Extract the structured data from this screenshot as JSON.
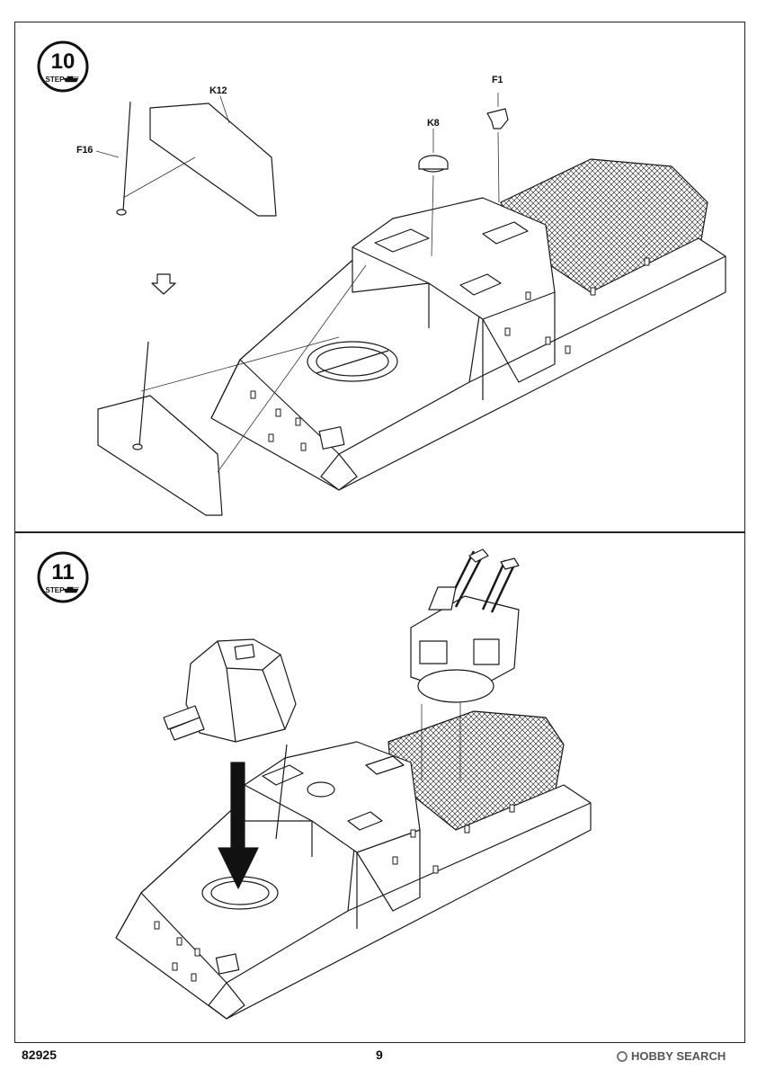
{
  "steps": [
    {
      "number": "10",
      "caption": "STEP",
      "labels": {
        "k12": "K12",
        "f16": "F16",
        "k8": "K8",
        "f1": "F1"
      }
    },
    {
      "number": "11",
      "caption": "STEP"
    }
  ],
  "footer": {
    "code": "82925",
    "page": "9",
    "watermark": "HOBBY SEARCH"
  },
  "colors": {
    "line": "#1a1a1a",
    "fill": "#ffffff",
    "arrow": "#111111"
  }
}
